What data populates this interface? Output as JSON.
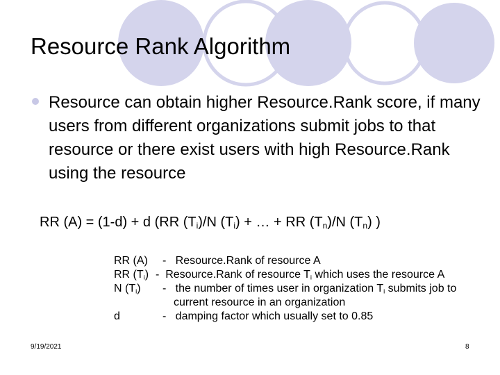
{
  "slide": {
    "title": "Resource Rank Algorithm",
    "bullet": "Resource can obtain higher Resource.Rank score, if many users from different organizations submit jobs to that resource or there exist users with high Resource.Rank using the resource",
    "formula": {
      "p1": "RR (A) = (1-d) + d (RR (T",
      "s1": "i",
      "p2": ")/N (T",
      "s2": "i",
      "p3": ") + … + RR (T",
      "s3": "n",
      "p4": ")/N (T",
      "s4": "n",
      "p5": ") )"
    },
    "definitions": {
      "d1_term": "RR (A)",
      "d1_dash": "-",
      "d1_desc": "Resource.Rank of resource A",
      "d2_term_a": "RR (T",
      "d2_term_sub": "i",
      "d2_term_b": ")",
      "d2_dash": "-",
      "d2_desc_a": "Resource.Rank of resource T",
      "d2_desc_sub": "i",
      "d2_desc_b": " which uses the resource A",
      "d3_term_a": "N (T",
      "d3_term_sub": "i",
      "d3_term_b": ")",
      "d3_dash": "-",
      "d3_desc_a": "the number of times user in organization T",
      "d3_desc_sub": "i",
      "d3_desc_b": " submits job to",
      "d3_cont": "current resource in an organization",
      "d4_term": "d",
      "d4_dash": "-",
      "d4_desc": "damping factor which usually set to 0.85"
    },
    "footer": {
      "date": "9/19/2021",
      "page": "8"
    },
    "colors": {
      "circle_fill": "#d4d4ec",
      "circle_outline": "#d4d4ec",
      "bullet": "#c8c8e6"
    }
  }
}
